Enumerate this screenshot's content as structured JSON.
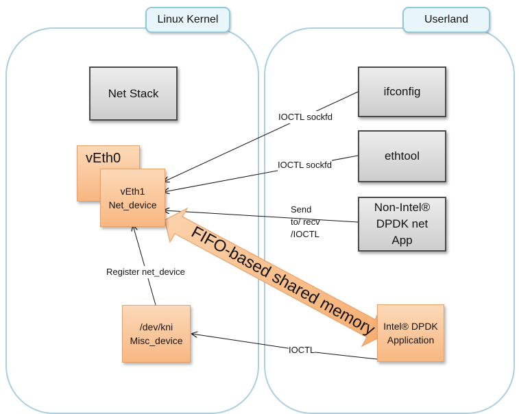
{
  "regions": {
    "kernel": {
      "title": "Linux Kernel"
    },
    "userland": {
      "title": "Userland"
    }
  },
  "boxes": {
    "net_stack": "Net Stack",
    "ifconfig": "ifconfig",
    "ethtool": "ethtool",
    "non_intel_app": "Non-Intel®\nDPDK net\nApp",
    "veth0": "vEth0",
    "veth1": "vEth1\nNet_device",
    "dev_kni": "/dev/kni\nMisc_device",
    "intel_dpdk_app": "Intel® DPDK\nApplication"
  },
  "edge_labels": {
    "ioctl_sockfd_1": "IOCTL sockfd",
    "ioctl_sockfd_2": "IOCTL sockfd",
    "send_recv": "Send\nto/ recv\n/IOCTL",
    "register": "Register net_device",
    "ioctl": "IOCTL"
  },
  "shared_memory_label": "FIFO-based shared memory",
  "colors": {
    "region_border": "#a9cfe0",
    "gray_box": "#d9d9d9",
    "orange_box": "#f9c392",
    "arrow_fill": "#f8c08e"
  }
}
